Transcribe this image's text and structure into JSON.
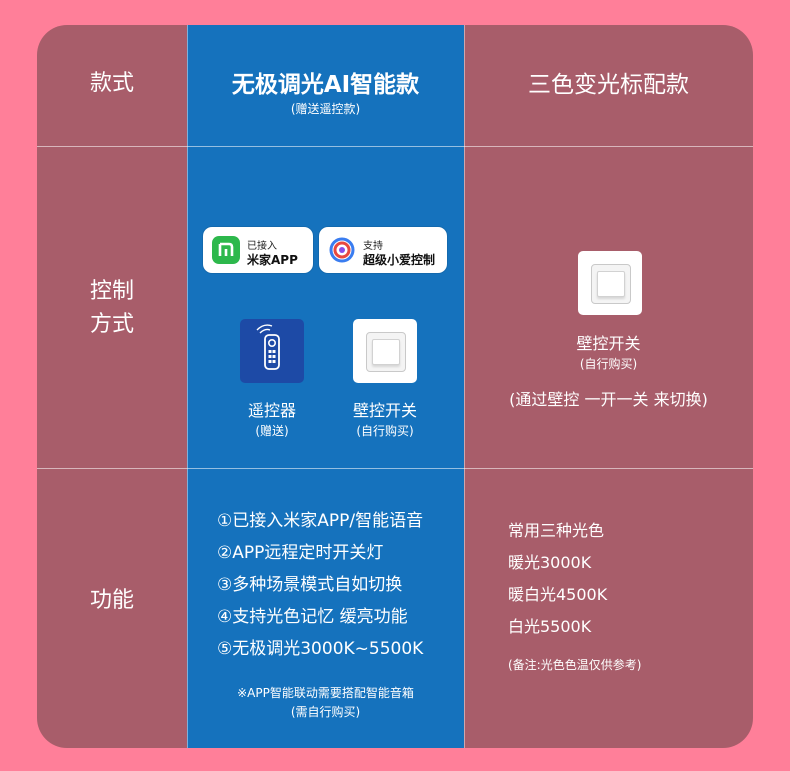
{
  "header": {
    "row_label": "款式",
    "col_ai_title": "无极调光AI智能款",
    "col_ai_subtitle": "(赠送遥控款)",
    "col_std_title": "三色变光标配款"
  },
  "control": {
    "label_line1": "控制",
    "label_line2": "方式",
    "badges": [
      {
        "line1": "已接入",
        "line2": "米家APP",
        "icon": "mijia-icon"
      },
      {
        "line1": "支持",
        "line2": "超级小爱控制",
        "icon": "xiaoai-icon"
      }
    ],
    "remote": {
      "label": "遥控器",
      "note": "(赠送)",
      "icon": "remote-control-icon"
    },
    "switch_ai": {
      "label": "壁控开关",
      "note": "(自行购买)",
      "icon": "wall-switch-icon"
    },
    "switch_std": {
      "label": "壁控开关",
      "note": "(自行购买)",
      "icon": "wall-switch-icon"
    },
    "std_note": "(通过壁控 一开一关 来切换)"
  },
  "functions": {
    "label": "功能",
    "ai_items": [
      "①已接入米家APP/智能语音",
      "②APP远程定时开关灯",
      "③多种场景模式自如切换",
      "④支持光色记忆 缓亮功能",
      "⑤无极调光3000K~5500K"
    ],
    "ai_note_line1": "※APP智能联动需要搭配智能音箱",
    "ai_note_line2": "(需自行购买)",
    "std_items": [
      "常用三种光色",
      "暖光3000K",
      "暖白光4500K",
      "白光5500K"
    ],
    "std_note": "(备注:光色色温仅供参考)"
  },
  "colors": {
    "page_bg": "#ff7f99",
    "card_bg": "#a85d6a",
    "highlight_col": "#1572bd",
    "remote_tile": "#1d4aa6",
    "mijia_green": "#2db84c"
  }
}
